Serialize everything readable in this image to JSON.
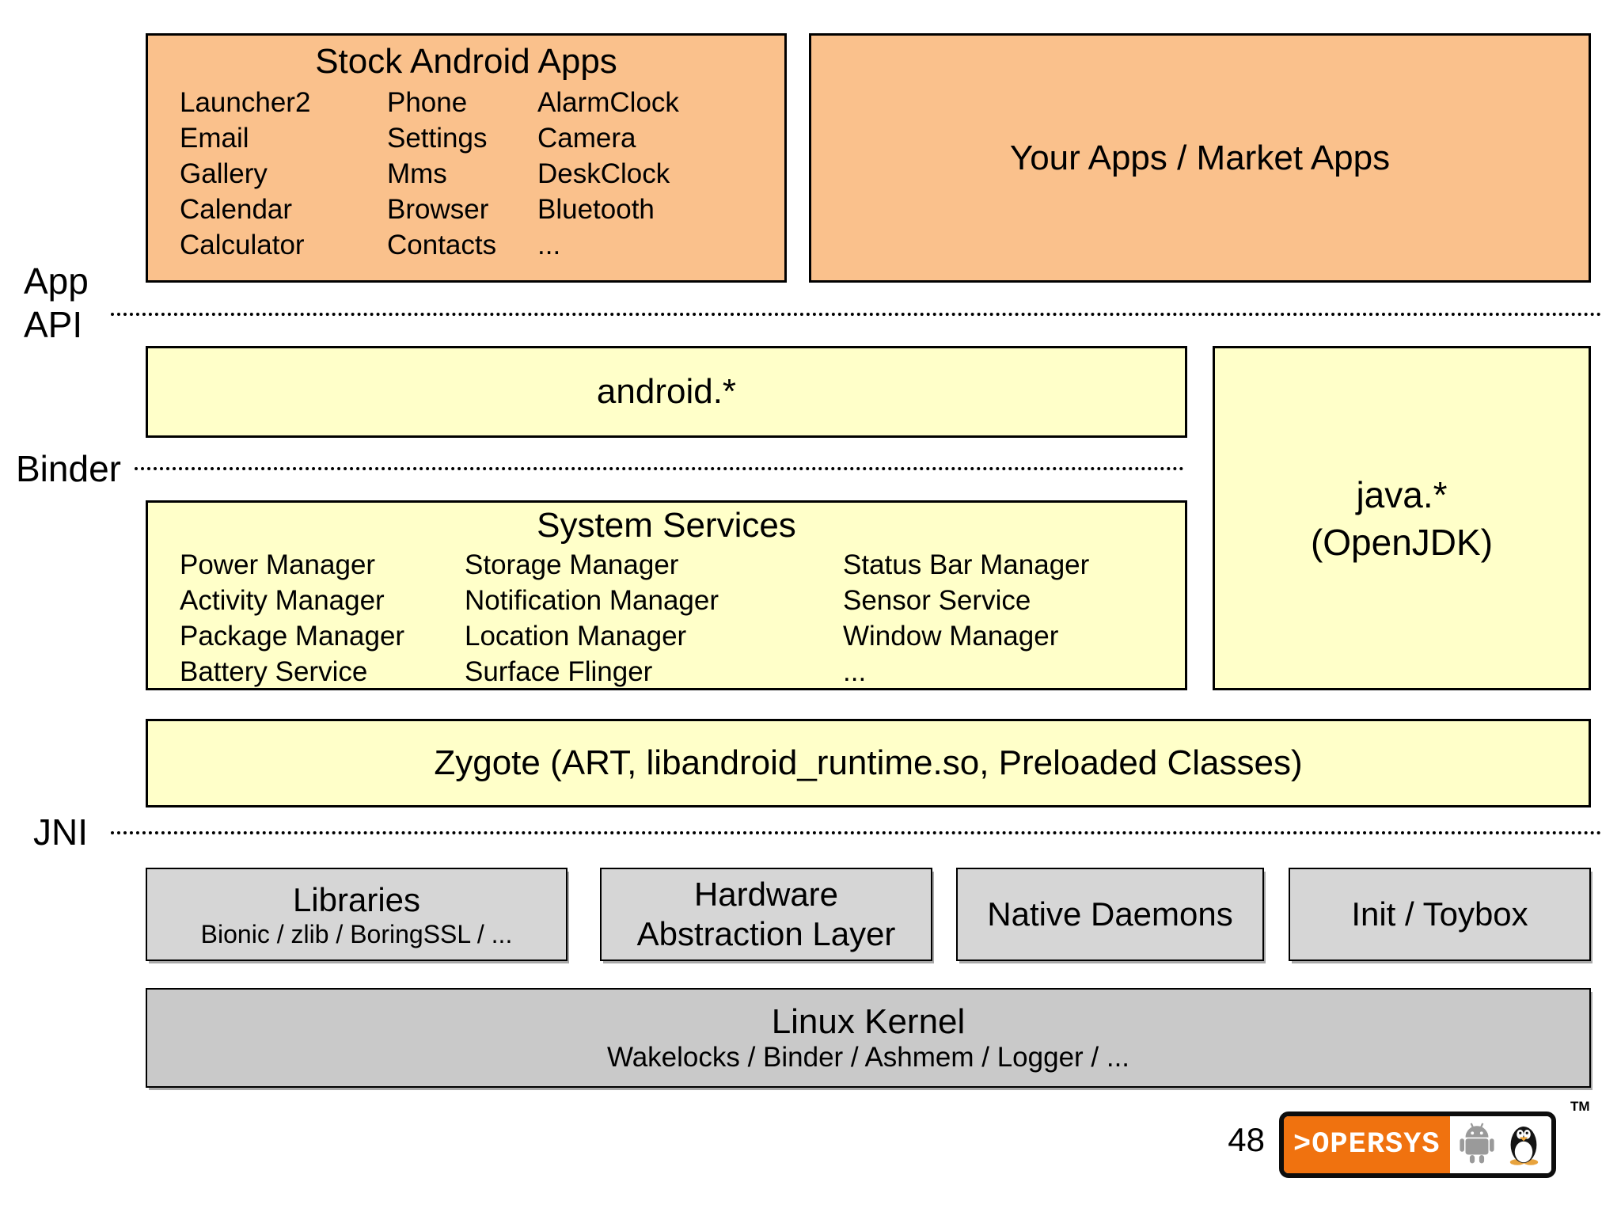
{
  "side_labels": {
    "app": "App",
    "api": "API",
    "binder": "Binder",
    "jni": "JNI"
  },
  "stock_apps": {
    "title": "Stock Android Apps",
    "col1": [
      "Launcher2",
      "Email",
      "Gallery",
      "Calendar",
      "Calculator"
    ],
    "col2": [
      "Phone",
      "Settings",
      "Mms",
      "Browser",
      "Contacts"
    ],
    "col3": [
      "AlarmClock",
      "Camera",
      "DeskClock",
      "Bluetooth",
      "..."
    ]
  },
  "your_apps": {
    "title": "Your Apps / Market Apps"
  },
  "android_api": {
    "title": "android.*"
  },
  "java_api": {
    "line1": "java.*",
    "line2": "(OpenJDK)"
  },
  "system_services": {
    "title": "System Services",
    "col1": [
      "Power Manager",
      "Activity Manager",
      "Package Manager",
      "Battery Service"
    ],
    "col2": [
      "Storage Manager",
      "Notification Manager",
      "Location Manager",
      "Surface Flinger"
    ],
    "col3": [
      "Status Bar Manager",
      "Sensor Service",
      "Window Manager",
      "..."
    ]
  },
  "zygote": {
    "title": "Zygote (ART, libandroid_runtime.so, Preloaded Classes)"
  },
  "libraries": {
    "title": "Libraries",
    "subtitle": "Bionic / zlib / BoringSSL / ..."
  },
  "hal": {
    "title": "Hardware Abstraction Layer"
  },
  "native_daemons": {
    "title": "Native Daemons"
  },
  "init_toybox": {
    "title": "Init / Toybox"
  },
  "linux_kernel": {
    "title": "Linux Kernel",
    "subtitle": "Wakelocks / Binder / Ashmem / Logger / ..."
  },
  "footer": {
    "page_number": "48",
    "logo_text": ">OPERSYS",
    "trademark": "TM",
    "icons": [
      "android-robot-icon",
      "tux-penguin-icon"
    ]
  },
  "colors": {
    "app_layer_orange": "#FAC18C",
    "framework_yellow": "#FFFFC9",
    "native_gray": "#D6D6D6",
    "kernel_gray": "#C9C9C9",
    "opersys_orange": "#F0720F"
  }
}
